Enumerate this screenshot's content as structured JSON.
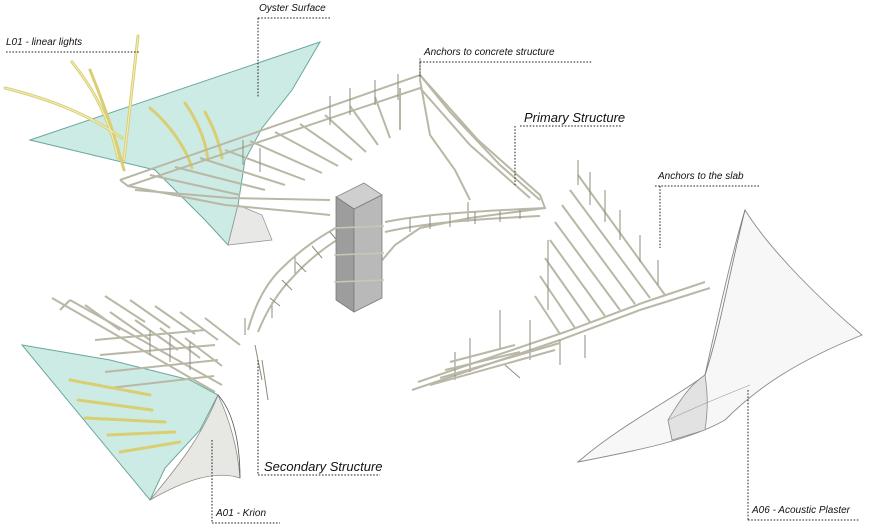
{
  "labels": {
    "oyster_surface": "Oyster Surface",
    "linear_lights": "L01 - linear lights",
    "anchors_concrete": "Anchors to concrete structure",
    "primary_structure": "Primary Structure",
    "anchors_slab": "Anchors to the slab",
    "secondary_structure": "Secondary Structure",
    "krion": "A01 - Krion",
    "acoustic_plaster": "A06 - Acoustic Plaster"
  },
  "colors": {
    "surface_teal": "#c3e8e0",
    "surface_edge": "#6aa79a",
    "truss": "#b9b8a6",
    "core": "#a8a8a8",
    "light": "#d9cf72",
    "plaster": "#f7f7f7"
  }
}
